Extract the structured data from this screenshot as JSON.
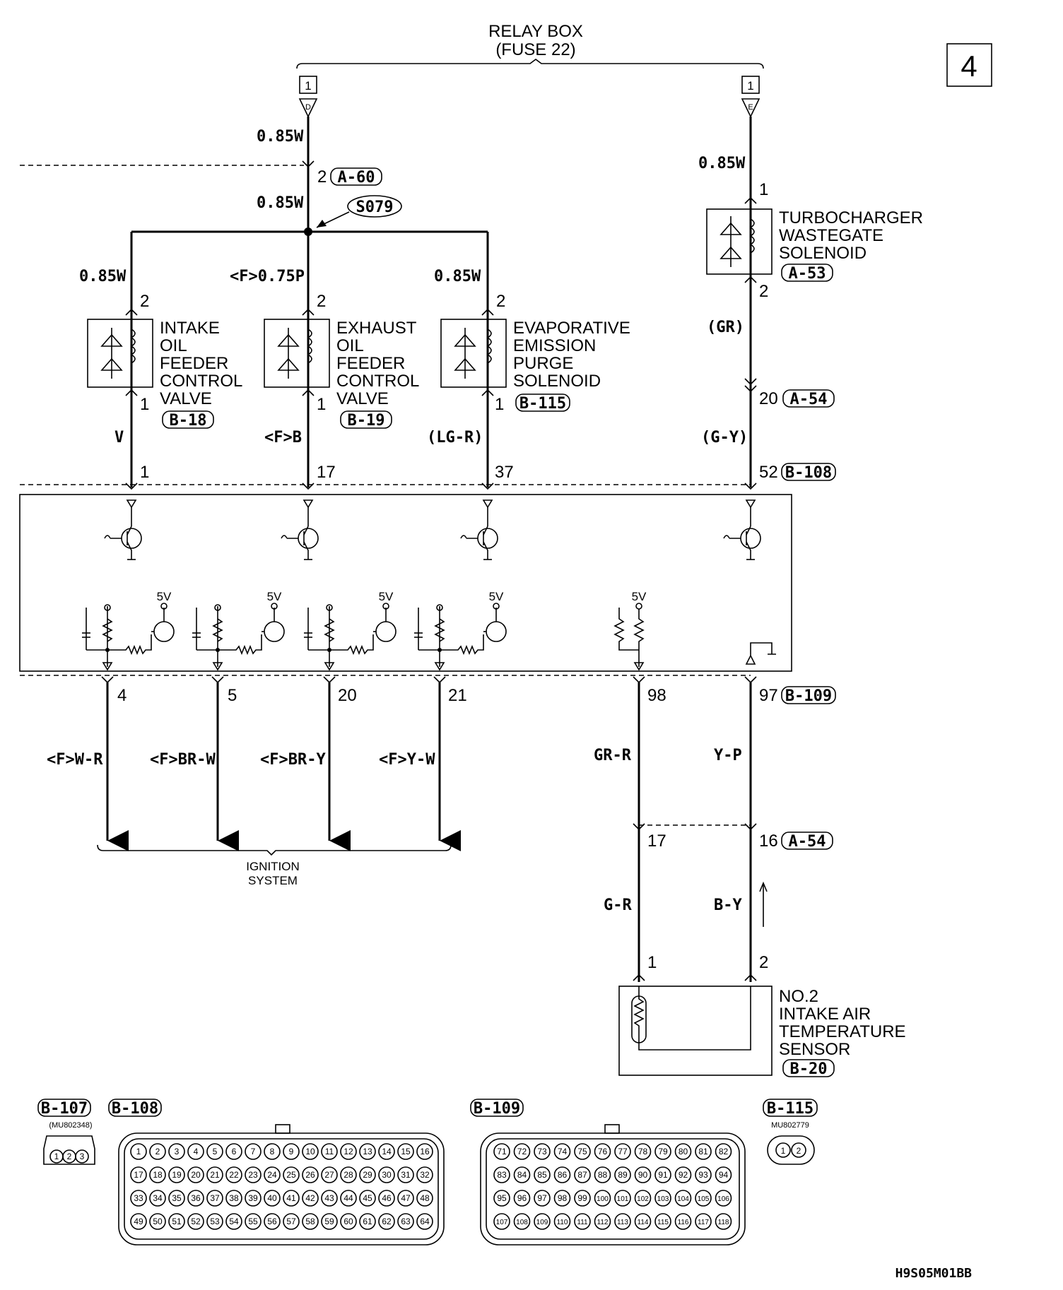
{
  "page_number": "4",
  "relay_box": {
    "line1": "RELAY BOX",
    "line2": "(FUSE 22)"
  },
  "terminals": {
    "d_num": "1",
    "d_letter": "D",
    "e_num": "1",
    "e_letter": "E"
  },
  "splice": "S079",
  "wires": {
    "d_top": "0.85W",
    "d_mid": "0.85W",
    "e_top": "0.85W",
    "intake_top": "0.85W",
    "exhaust_top": "<F>0.75P",
    "evap_top": "0.85W",
    "intake_bottom": "V",
    "exhaust_bottom": "<F>B",
    "evap_bottom": "(LG-R)",
    "turbo_mid": "(GR)",
    "turbo_bottom": "(G-Y)",
    "ign": [
      "<F>W-R",
      "<F>BR-W",
      "<F>BR-Y",
      "<F>Y-W"
    ],
    "sensor_upper": [
      "GR-R",
      "Y-P"
    ],
    "sensor_lower": [
      "G-R",
      "B-Y"
    ]
  },
  "connectors": {
    "a60": "A-60",
    "a53": "A-53",
    "a54": "A-54",
    "a54b": "A-54",
    "b18": "B-18",
    "b19": "B-19",
    "b115": "B-115",
    "b108": "B-108",
    "b109": "B-109",
    "b20": "B-20"
  },
  "pins": {
    "d_a60": "2",
    "turbo_in": "1",
    "turbo_out": "2",
    "turbo_a54": "20",
    "intake_in": "2",
    "intake_out": "1",
    "exhaust_in": "2",
    "exhaust_out": "1",
    "evap_in": "2",
    "evap_out": "1",
    "ecu_top": [
      "1",
      "17",
      "37",
      "52"
    ],
    "ecu_bottom": [
      "4",
      "5",
      "20",
      "21",
      "98",
      "97"
    ],
    "a54_lower": [
      "17",
      "16"
    ],
    "sensor": [
      "1",
      "2"
    ]
  },
  "components": {
    "turbo": [
      "TURBOCHARGER",
      "WASTEGATE",
      "SOLENOID"
    ],
    "intake": [
      "INTAKE",
      "OIL",
      "FEEDER",
      "CONTROL",
      "VALVE"
    ],
    "exhaust": [
      "EXHAUST",
      "OIL",
      "FEEDER",
      "CONTROL",
      "VALVE"
    ],
    "evap": [
      "EVAPORATIVE",
      "EMISSION",
      "PURGE",
      "SOLENOID"
    ],
    "sensor": [
      "NO.2",
      "INTAKE AIR",
      "TEMPERATURE",
      "SENSOR"
    ]
  },
  "ecu_supply": "5V",
  "ignition_system": [
    "IGNITION",
    "SYSTEM"
  ],
  "connector_views": {
    "b107": {
      "label": "B-107",
      "part": "(MU802348)",
      "pins": [
        "1",
        "2",
        "3"
      ]
    },
    "b108": {
      "label": "B-108",
      "rows": [
        [
          "1",
          "2",
          "3",
          "4",
          "5",
          "6",
          "7",
          "8",
          "9",
          "10",
          "11",
          "12",
          "13",
          "14",
          "15",
          "16"
        ],
        [
          "17",
          "18",
          "19",
          "20",
          "21",
          "22",
          "23",
          "24",
          "25",
          "26",
          "27",
          "28",
          "29",
          "30",
          "31",
          "32"
        ],
        [
          "33",
          "34",
          "35",
          "36",
          "37",
          "38",
          "39",
          "40",
          "41",
          "42",
          "43",
          "44",
          "45",
          "46",
          "47",
          "48"
        ],
        [
          "49",
          "50",
          "51",
          "52",
          "53",
          "54",
          "55",
          "56",
          "57",
          "58",
          "59",
          "60",
          "61",
          "62",
          "63",
          "64"
        ]
      ]
    },
    "b109": {
      "label": "B-109",
      "rows": [
        [
          "71",
          "72",
          "73",
          "74",
          "75",
          "76",
          "77",
          "78",
          "79",
          "80",
          "81",
          "82"
        ],
        [
          "83",
          "84",
          "85",
          "86",
          "87",
          "88",
          "89",
          "90",
          "91",
          "92",
          "93",
          "94"
        ],
        [
          "95",
          "96",
          "97",
          "98",
          "99",
          "100",
          "101",
          "102",
          "103",
          "104",
          "105",
          "106"
        ],
        [
          "107",
          "108",
          "109",
          "110",
          "111",
          "112",
          "113",
          "114",
          "115",
          "116",
          "117",
          "118"
        ]
      ]
    },
    "b115": {
      "label": "B-115",
      "part": "MU802779",
      "pins": [
        "1",
        "2"
      ]
    }
  },
  "diagram_code": "H9S05M01BB"
}
